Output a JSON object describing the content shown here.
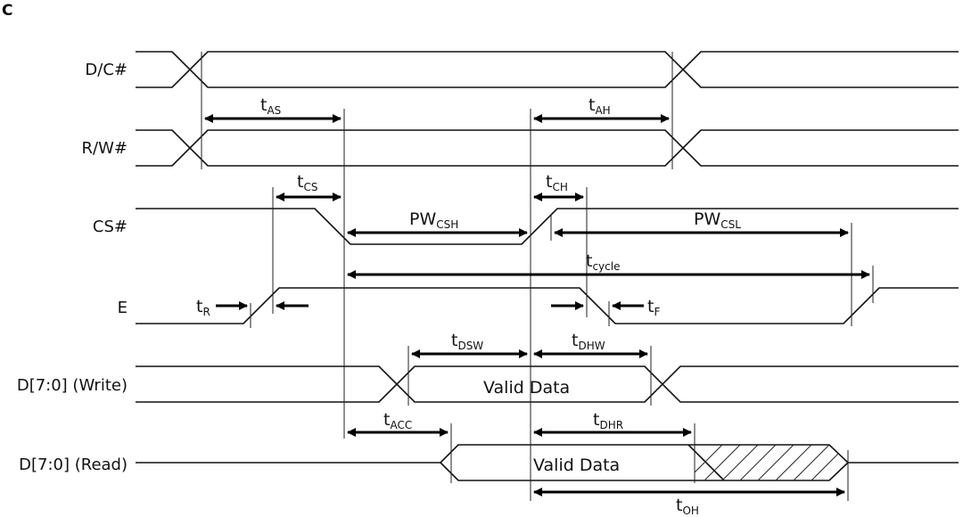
{
  "figure": {
    "panel_label": "C",
    "signals": [
      {
        "id": "dc",
        "label": "D/C#"
      },
      {
        "id": "rw",
        "label": "R/W#"
      },
      {
        "id": "cs",
        "label": "CS#"
      },
      {
        "id": "e",
        "label": "E"
      },
      {
        "id": "dwrite",
        "label": "D[7:0] (Write)"
      },
      {
        "id": "dread",
        "label": "D[7:0] (Read)"
      }
    ],
    "timing_params": [
      {
        "id": "tas",
        "base": "t",
        "sub": "AS"
      },
      {
        "id": "tah",
        "base": "t",
        "sub": "AH"
      },
      {
        "id": "tcs",
        "base": "t",
        "sub": "CS"
      },
      {
        "id": "tch",
        "base": "t",
        "sub": "CH"
      },
      {
        "id": "pwcsh",
        "base": "PW",
        "sub": "CSH"
      },
      {
        "id": "pwcsl",
        "base": "PW",
        "sub": "CSL"
      },
      {
        "id": "tcycle",
        "base": "t",
        "sub": "cycle"
      },
      {
        "id": "tr",
        "base": "t",
        "sub": "R"
      },
      {
        "id": "tf",
        "base": "t",
        "sub": "F"
      },
      {
        "id": "tdsw",
        "base": "t",
        "sub": "DSW"
      },
      {
        "id": "tdhw",
        "base": "t",
        "sub": "DHW"
      },
      {
        "id": "tacc",
        "base": "t",
        "sub": "ACC"
      },
      {
        "id": "tdhr",
        "base": "t",
        "sub": "DHR"
      },
      {
        "id": "toh",
        "base": "t",
        "sub": "OH"
      }
    ],
    "data_labels": {
      "write_valid": "Valid Data",
      "read_valid": "Valid Data"
    }
  }
}
